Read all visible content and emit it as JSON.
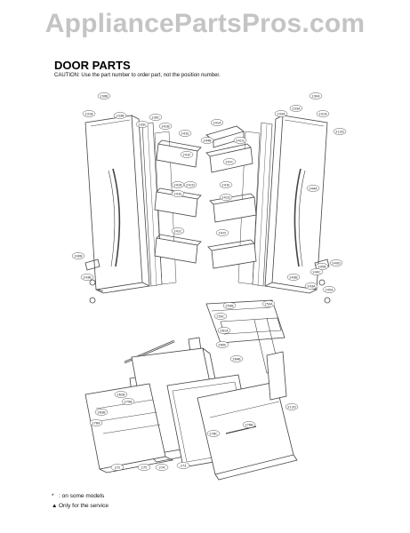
{
  "watermark": "AppliancePartsPros.com",
  "title": "DOOR PARTS",
  "caution": "CAUTION: Use the part number to order part, not the position number.",
  "notes": [
    {
      "symbol": "*",
      "text": ": on some models"
    },
    {
      "symbol": "▲",
      "text": "Only for the service"
    }
  ],
  "callouts": [
    {
      "label": "230B"
    },
    {
      "label": "231B"
    },
    {
      "label": "233B"
    },
    {
      "label": "233C"
    },
    {
      "label": "230C"
    },
    {
      "label": "241B"
    },
    {
      "label": "241E"
    },
    {
      "label": "241A"
    },
    {
      "label": "241B"
    },
    {
      "label": "241C"
    },
    {
      "label": "230A"
    },
    {
      "label": "233A"
    },
    {
      "label": "233A"
    },
    {
      "label": "231A"
    },
    {
      "label": "212D"
    },
    {
      "label": "244B"
    },
    {
      "label": "241D"
    },
    {
      "label": "241E"
    },
    {
      "label": "241D"
    },
    {
      "label": "241G"
    },
    {
      "label": "241F"
    },
    {
      "label": "241F"
    },
    {
      "label": "244A"
    },
    {
      "label": "241C"
    },
    {
      "label": "241E"
    },
    {
      "label": "240B"
    },
    {
      "label": "243B"
    },
    {
      "label": "243B"
    },
    {
      "label": "245B"
    },
    {
      "label": "240D"
    },
    {
      "label": "243A"
    },
    {
      "label": "245A"
    },
    {
      "label": "240C"
    },
    {
      "label": "250B"
    },
    {
      "label": "250A"
    },
    {
      "label": "250C"
    },
    {
      "label": "260E"
    },
    {
      "label": "261A"
    },
    {
      "label": "264B"
    },
    {
      "label": "262B"
    },
    {
      "label": "263B"
    },
    {
      "label": "212D"
    },
    {
      "label": "270B"
    },
    {
      "label": "278A"
    },
    {
      "label": "278C"
    },
    {
      "label": "276B"
    },
    {
      "label": "272"
    },
    {
      "label": "275"
    },
    {
      "label": "274"
    },
    {
      "label": "273"
    }
  ]
}
